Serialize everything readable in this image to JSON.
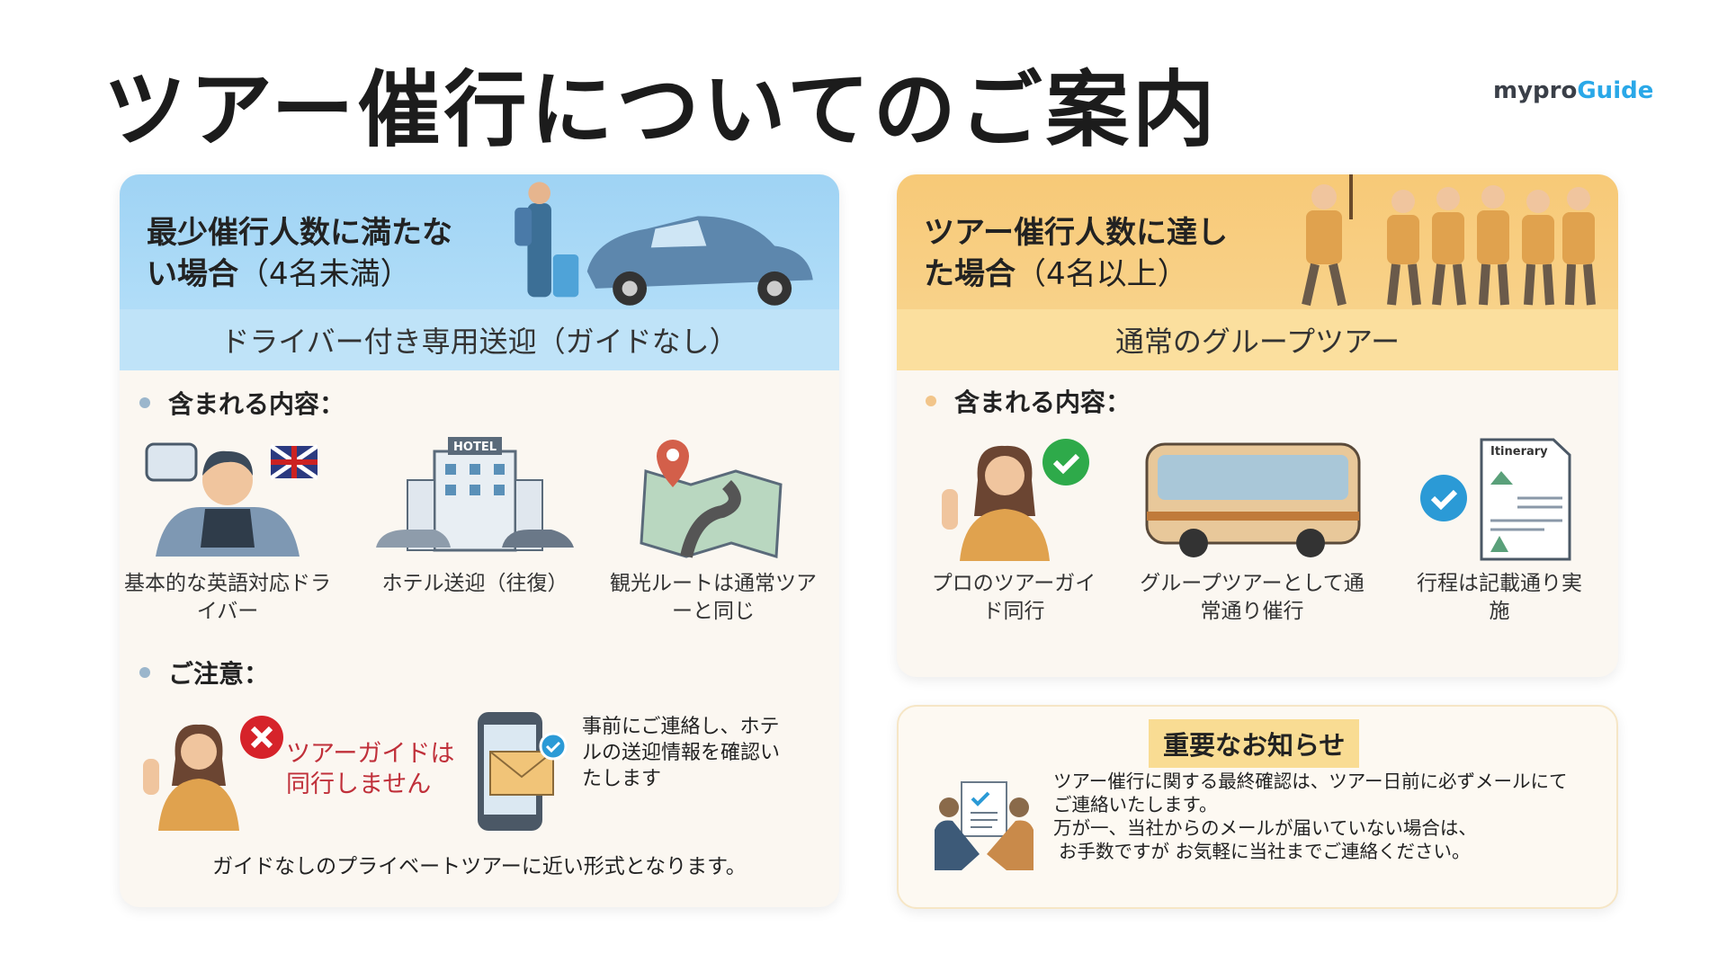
{
  "title": "ツアー催行についてのご案内",
  "logo": {
    "part1": "mypro",
    "part2": "Guide"
  },
  "left": {
    "heading": "最少催行人数に満たない場合",
    "heading_note": "（4名未満）",
    "subtitle": "ドライバー付き専用送迎（ガイドなし）",
    "included_label": "含まれる内容：",
    "items": [
      {
        "label": "基本的な英語対応ドライバー",
        "icon": "driver-icon"
      },
      {
        "label": "ホテル送迎（往復）",
        "icon": "hotel-icon"
      },
      {
        "label": "観光ルートは通常ツアーと同じ",
        "icon": "map-icon"
      }
    ],
    "notes_label": "ご注意：",
    "no_guide": "ツアーガイドは同行しません",
    "contact": "事前にご連絡し、ホテルの送迎情報を確認いたします",
    "footer": "ガイドなしのプライベートツアーに近い形式となります。"
  },
  "right": {
    "heading": "ツアー催行人数に達した場合",
    "heading_note": "（4名以上）",
    "subtitle": "通常のグループツアー",
    "included_label": "含まれる内容：",
    "items": [
      {
        "label": "プロのツアーガイド同行",
        "icon": "guide-icon"
      },
      {
        "label": "グループツアーとして通常通り催行",
        "icon": "bus-icon"
      },
      {
        "label": "行程は記載通り実施",
        "icon": "itinerary-icon",
        "doc_title": "Itinerary"
      }
    ]
  },
  "notice": {
    "title": "重要なお知らせ",
    "lines": [
      "ツアー催行に関する最終確認は、ツアー日前に必ずメールにてご連絡いたします。",
      "万が一、当社からのメールが届いていない場合は、",
      "お手数ですが お気軽に当社までご連絡ください。"
    ]
  },
  "colors": {
    "blue": "#9fd3f4",
    "orange": "#f7c977",
    "red": "#c0303a",
    "logo_accent": "#2aa8e8"
  }
}
